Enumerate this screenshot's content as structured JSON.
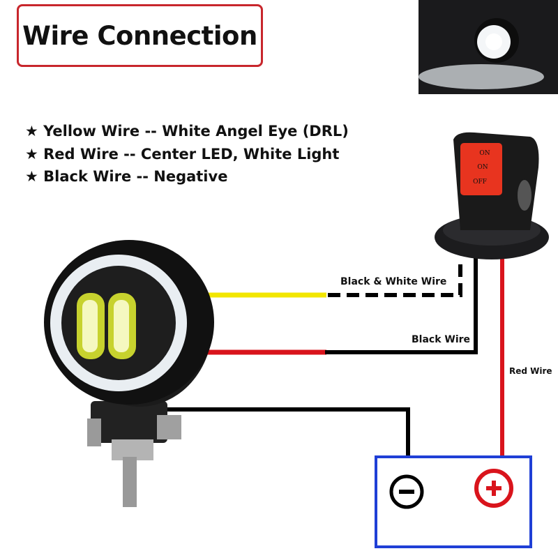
{
  "title": "Wire Connection",
  "notes": [
    "★ Yellow Wire -- White Angel Eye (DRL)",
    "★ Red Wire -- Center LED, White Light",
    "★ Black Wire -- Negative"
  ],
  "switch_labels": [
    "ON",
    "ON",
    "OFF"
  ],
  "wire_labels": {
    "black_white": "Black & White Wire",
    "black": "Black Wire",
    "red": "Red Wire"
  },
  "battery": {
    "negative": "−",
    "positive": "+"
  },
  "colors": {
    "yellow": "#f2e600",
    "red": "#d9141c",
    "black": "#000000",
    "battery_border": "#1f3fd6",
    "title_border": "#c8262c"
  }
}
